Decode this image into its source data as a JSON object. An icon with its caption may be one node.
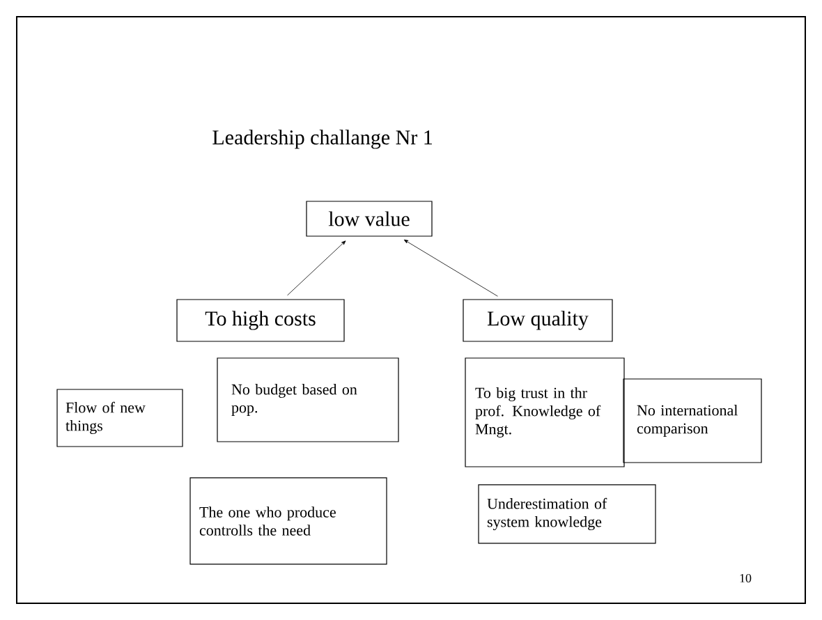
{
  "diagram": {
    "title": "Leadership challange Nr 1",
    "nodes": [
      {
        "text": [
          "low value"
        ]
      },
      {
        "text": [
          "To high costs"
        ]
      },
      {
        "text": [
          "Low quality"
        ]
      },
      {
        "text": [
          "Flow of new things"
        ]
      },
      {
        "text": [
          "No  budget based on pop."
        ]
      },
      {
        "text": [
          "The one who produce controlls the need"
        ]
      },
      {
        "text": [
          "To big trust in thr prof. Knowledge of Mngt."
        ]
      },
      {
        "text": [
          "No international comparison"
        ]
      },
      {
        "text": [
          "Underestimation of system knowledge"
        ]
      }
    ],
    "edges": [
      {
        "from": 1,
        "to": 0,
        "arrow": "to"
      },
      {
        "from": 2,
        "to": 0,
        "arrow": "to"
      }
    ],
    "labels": [
      "10"
    ]
  }
}
